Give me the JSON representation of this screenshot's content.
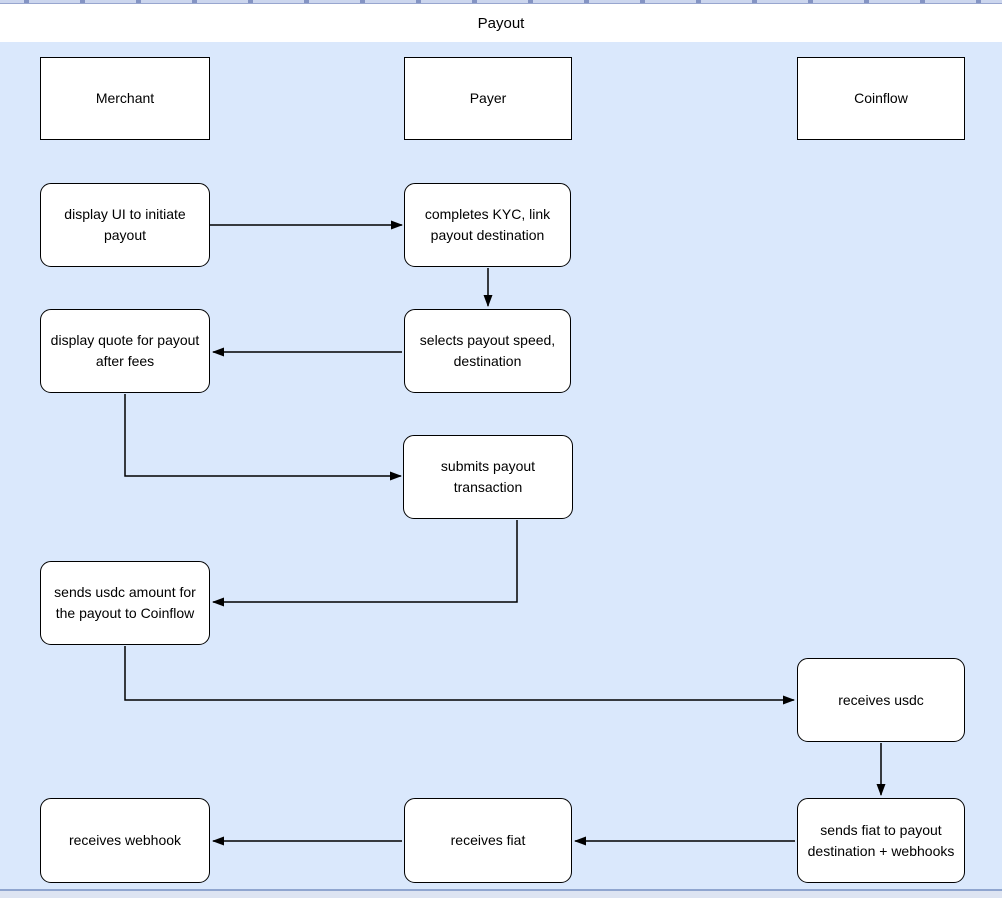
{
  "diagram": {
    "type": "flowchart",
    "title": "Payout",
    "actors": [
      {
        "label": "Merchant"
      },
      {
        "label": "Payer"
      },
      {
        "label": "Coinflow"
      }
    ],
    "nodes": [
      {
        "id": "display-ui",
        "actor": "Merchant",
        "label": "display UI to initiate payout"
      },
      {
        "id": "completes-kyc",
        "actor": "Payer",
        "label": "completes KYC, link payout destination"
      },
      {
        "id": "display-quote",
        "actor": "Merchant",
        "label": "display quote for payout after fees"
      },
      {
        "id": "selects-speed",
        "actor": "Payer",
        "label": "selects payout speed, destination"
      },
      {
        "id": "submits-tx",
        "actor": "Payer",
        "label": "submits payout transaction"
      },
      {
        "id": "sends-usdc",
        "actor": "Merchant",
        "label": "sends usdc amount for the payout to Coinflow"
      },
      {
        "id": "receives-usdc",
        "actor": "Coinflow",
        "label": "receives usdc"
      },
      {
        "id": "sends-fiat",
        "actor": "Coinflow",
        "label": "sends fiat to payout destination + webhooks"
      },
      {
        "id": "receives-fiat",
        "actor": "Payer",
        "label": "receives fiat"
      },
      {
        "id": "receives-webhook",
        "actor": "Merchant",
        "label": "receives webhook"
      }
    ],
    "edges": [
      {
        "from": "display-ui",
        "to": "completes-kyc"
      },
      {
        "from": "completes-kyc",
        "to": "selects-speed"
      },
      {
        "from": "selects-speed",
        "to": "display-quote"
      },
      {
        "from": "display-quote",
        "to": "submits-tx"
      },
      {
        "from": "submits-tx",
        "to": "sends-usdc"
      },
      {
        "from": "sends-usdc",
        "to": "receives-usdc"
      },
      {
        "from": "receives-usdc",
        "to": "sends-fiat"
      },
      {
        "from": "sends-fiat",
        "to": "receives-fiat"
      },
      {
        "from": "receives-fiat",
        "to": "receives-webhook"
      }
    ],
    "colors": {
      "canvas_background": "#dae8fc",
      "node_fill": "#ffffff",
      "node_stroke": "#000000",
      "text": "#000000",
      "ruler_strip": "#ccd6ee",
      "scrollbar_line": "#8fa5cf",
      "scrollbar_track": "#dde4f2"
    }
  }
}
